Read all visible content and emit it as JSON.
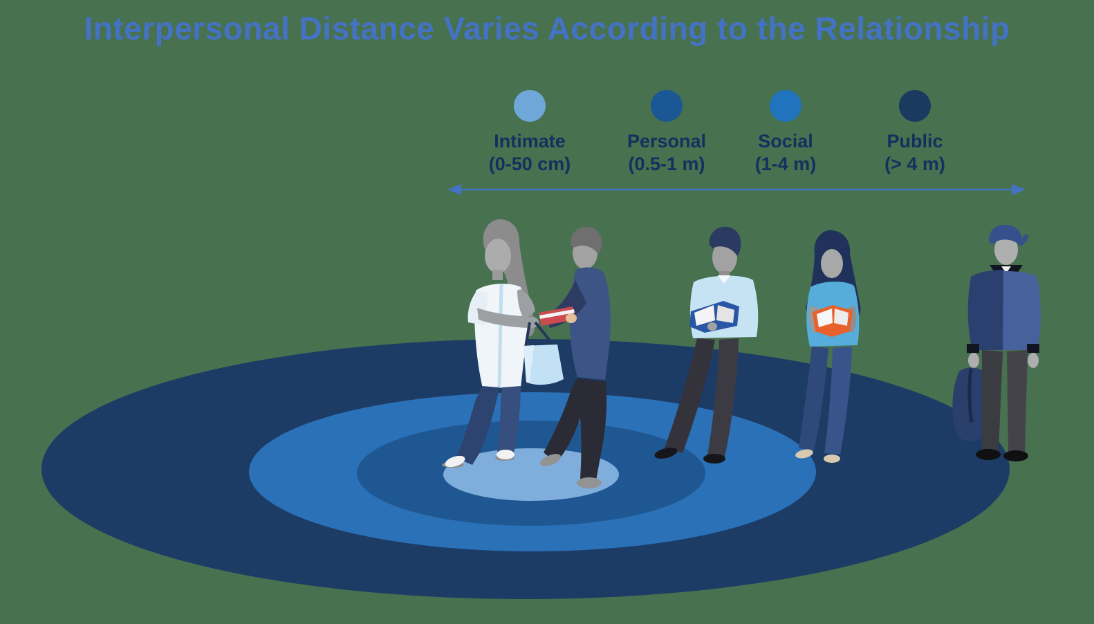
{
  "title": {
    "text": "Interpersonal Distance Varies According to the Relationship",
    "color": "#4472C4"
  },
  "background_color": "#47714F",
  "legend": {
    "text_color": "#14305E",
    "items": [
      {
        "id": "intimate",
        "label": "Intimate",
        "range": "(0-50 cm)",
        "color": "#6FA8D8"
      },
      {
        "id": "personal",
        "label": "Personal",
        "range": "(0.5-1 m)",
        "color": "#1C5795"
      },
      {
        "id": "social",
        "label": "Social",
        "range": "(1-4 m)",
        "color": "#2173BE"
      },
      {
        "id": "public",
        "label": "Public",
        "range": "(> 4 m)",
        "color": "#1A3A5F"
      }
    ]
  },
  "arrow": {
    "color": "#4472C4"
  },
  "zones": [
    {
      "name": "Public",
      "color": "#1C3C66"
    },
    {
      "name": "Social",
      "color": "#2A71B8"
    },
    {
      "name": "Personal",
      "color": "#1F5793"
    },
    {
      "name": "Intimate",
      "color": "#7FAEDC"
    }
  ],
  "people": [
    {
      "id": "woman-with-shopping-bag",
      "zone": "Intimate"
    },
    {
      "id": "man-giving-gift",
      "zone": "Intimate"
    },
    {
      "id": "man-reading-book",
      "zone": "Personal/Social"
    },
    {
      "id": "woman-holding-book",
      "zone": "Social"
    },
    {
      "id": "man-with-backpack",
      "zone": "Public"
    }
  ]
}
